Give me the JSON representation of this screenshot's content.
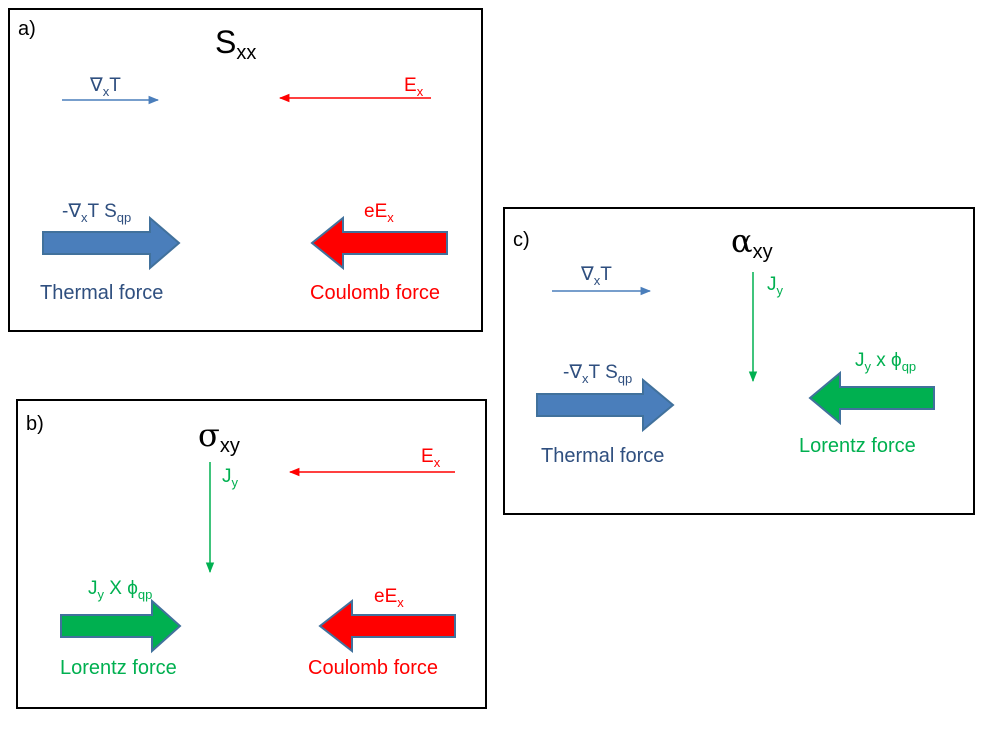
{
  "colors": {
    "blue": "#4a7ebb",
    "blue_text": "#2f4f7f",
    "red": "#ff0000",
    "green": "#00b050",
    "green_text": "#00b050",
    "outline": "#41719c"
  },
  "panel_a": {
    "label": "a)",
    "title_sym": "S",
    "title_sub": "xx",
    "grad": {
      "sym": "∇",
      "sub": "x",
      "after": "T"
    },
    "ex": {
      "sym": "E",
      "sub": "x"
    },
    "thermal_arrow_label": {
      "pre": "-∇",
      "sub1": "x",
      "mid": "T S",
      "sub2": "qp"
    },
    "eex": {
      "sym": "eE",
      "sub": "x"
    },
    "thermal_force": "Thermal force",
    "coulomb_force": "Coulomb force"
  },
  "panel_b": {
    "label": "b)",
    "title_sym": "σ",
    "title_sub": "xy",
    "jy": {
      "sym": "J",
      "sub": "y"
    },
    "ex": {
      "sym": "E",
      "sub": "x"
    },
    "lorentz_arrow_label": {
      "pre": "J",
      "sub1": "y",
      "mid": " X ϕ",
      "sub2": "qp"
    },
    "eex": {
      "sym": "eE",
      "sub": "x"
    },
    "lorentz_force": "Lorentz force",
    "coulomb_force": "Coulomb force"
  },
  "panel_c": {
    "label": "c)",
    "title_sym": "α",
    "title_sub": "xy",
    "grad": {
      "sym": "∇",
      "sub": "x",
      "after": "T"
    },
    "jy": {
      "sym": "J",
      "sub": "y"
    },
    "thermal_arrow_label": {
      "pre": "-∇",
      "sub1": "x",
      "mid": "T S",
      "sub2": "qp"
    },
    "lorentz_arrow_label": {
      "pre": "J",
      "sub1": "y",
      "mid": " x ϕ",
      "sub2": "qp"
    },
    "thermal_force": "Thermal force",
    "lorentz_force": "Lorentz force"
  }
}
